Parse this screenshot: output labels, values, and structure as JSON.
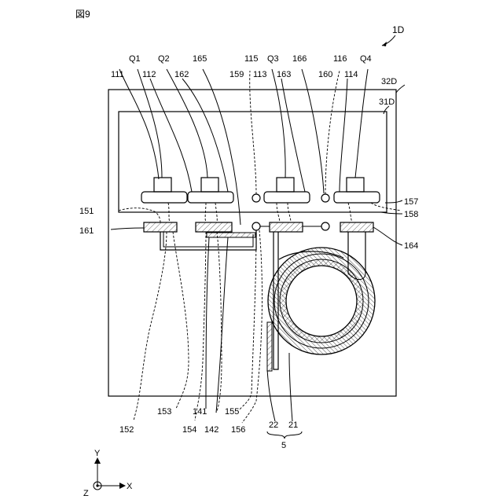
{
  "figure": {
    "title": "図9",
    "device": "1D"
  },
  "labels": {
    "Q1": "Q1",
    "Q2": "Q2",
    "Q3": "Q3",
    "Q4": "Q4",
    "165": "165",
    "115": "115",
    "166": "166",
    "116": "116",
    "111": "111",
    "112": "112",
    "162": "162",
    "159": "159",
    "113": "113",
    "163": "163",
    "160": "160",
    "114": "114",
    "32D": "32D",
    "31D": "31D",
    "157": "157",
    "158": "158",
    "151": "151",
    "161": "161",
    "164": "164",
    "152": "152",
    "153": "153",
    "154": "154",
    "141": "141",
    "142": "142",
    "155": "155",
    "156": "156",
    "22": "22",
    "21": "21",
    "5": "5"
  },
  "axes": {
    "y": "Y",
    "x": "X",
    "z": "Z"
  },
  "colors": {
    "line": "#000000",
    "background": "#ffffff"
  }
}
